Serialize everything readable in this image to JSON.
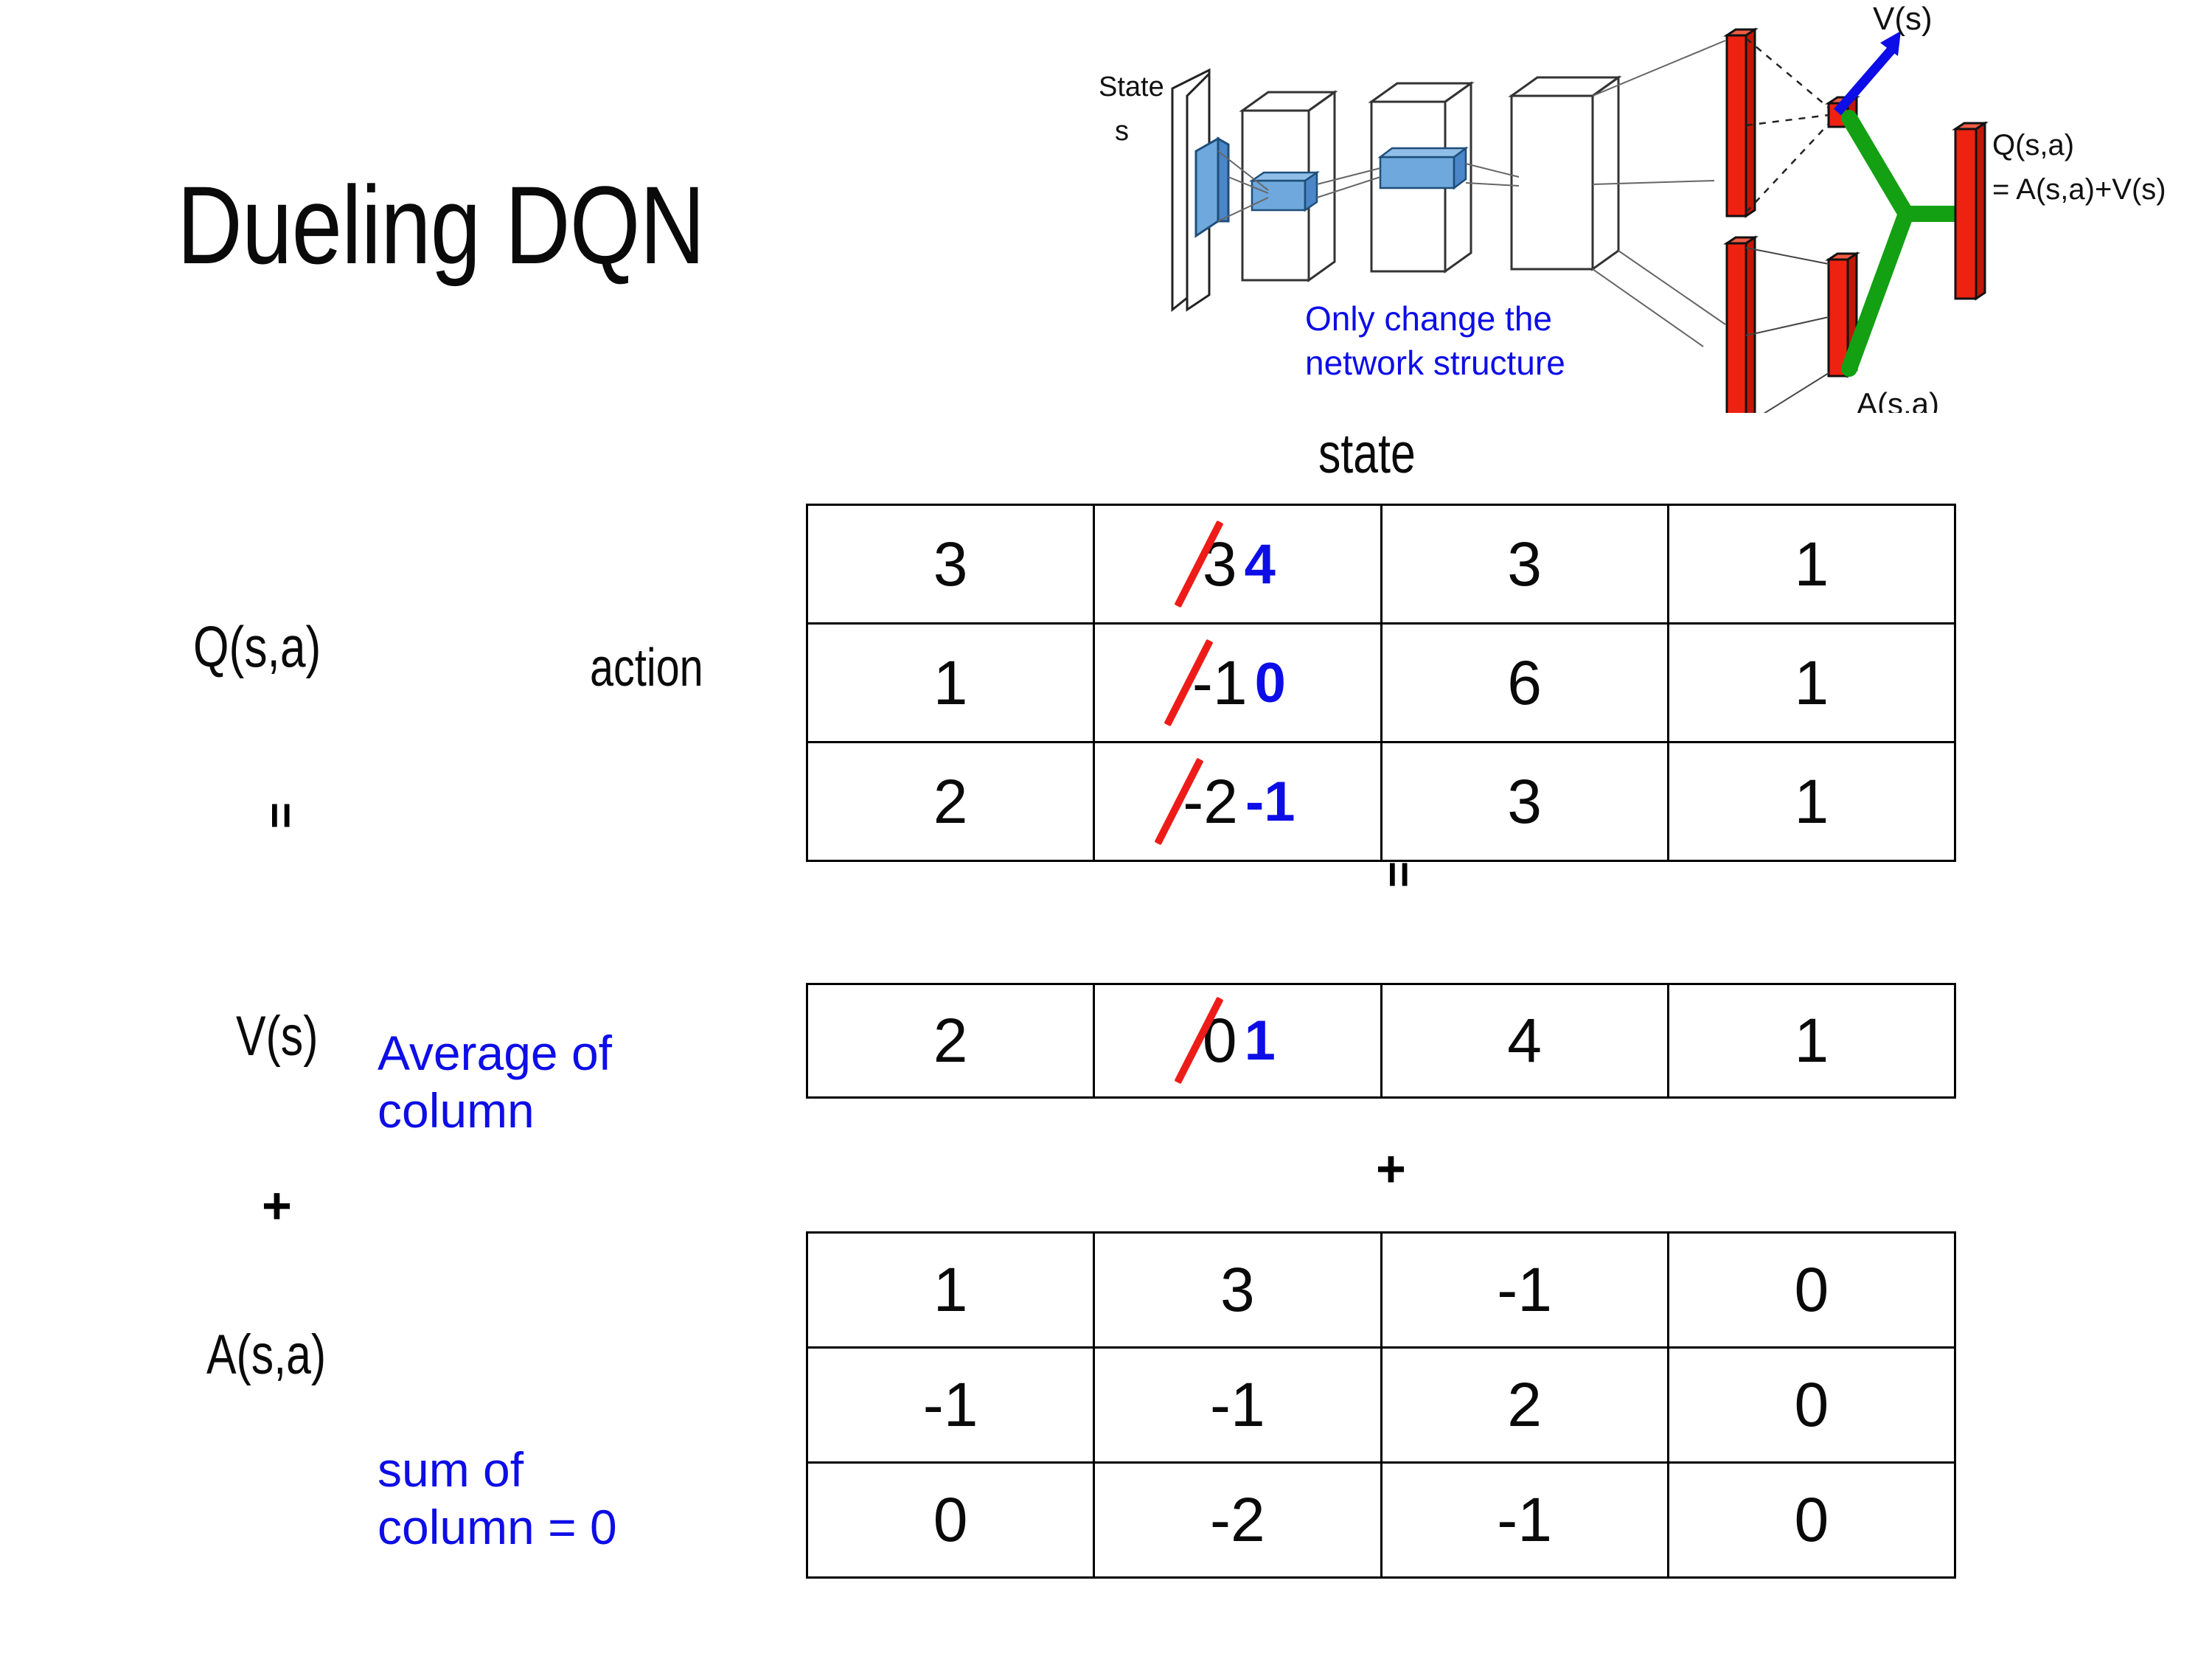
{
  "slide": {
    "title": "Dueling DQN"
  },
  "diagram": {
    "state_label": "State",
    "state_sub": "s",
    "note": "Only change the\nnetwork structure",
    "v_label": "V(s)",
    "a_label": "A(s,a)",
    "q_label_line1": "Q(s,a)",
    "q_label_line2": "= A(s,a)+V(s)",
    "colors": {
      "blue_text": "#0d0dE8",
      "red_bar": "#EE2211",
      "green_link": "#13A013",
      "blue_block": "#5B9BD5"
    }
  },
  "labels": {
    "q_table": "Q(s,a)",
    "action": "action",
    "state": "state",
    "v_table": "V(s)",
    "a_table": "A(s,a)",
    "eq_left": "=",
    "plus_left": "+",
    "eq_mid": "=",
    "plus_mid": "+"
  },
  "annotations": {
    "average_of_column": "Average of\ncolumn",
    "sum_of_column": "sum of\ncolumn = 0"
  },
  "chart_data": {
    "type": "table",
    "title": "Dueling DQN",
    "xlabel": "state",
    "ylabel": "action",
    "tables": [
      {
        "name": "Q(s,a)",
        "rows": 3,
        "cols": 4,
        "values": [
          [
            "3",
            "3",
            "3",
            "1"
          ],
          [
            "1",
            "-1",
            "6",
            "1"
          ],
          [
            "2",
            "-2",
            "3",
            "1"
          ]
        ],
        "edits": [
          {
            "row": 0,
            "col": 1,
            "old": "3",
            "new": "4"
          },
          {
            "row": 1,
            "col": 1,
            "old": "-1",
            "new": "0"
          },
          {
            "row": 2,
            "col": 1,
            "old": "-2",
            "new": "-1"
          }
        ]
      },
      {
        "name": "V(s)",
        "rows": 1,
        "cols": 4,
        "values": [
          [
            "2",
            "0",
            "4",
            "1"
          ]
        ],
        "edits": [
          {
            "row": 0,
            "col": 1,
            "old": "0",
            "new": "1"
          }
        ]
      },
      {
        "name": "A(s,a)",
        "rows": 3,
        "cols": 4,
        "values": [
          [
            "1",
            "3",
            "-1",
            "0"
          ],
          [
            "-1",
            "-1",
            "2",
            "0"
          ],
          [
            "0",
            "-2",
            "-1",
            "0"
          ]
        ],
        "edits": []
      }
    ],
    "relation": "Q(s,a) = V(s) + A(s,a)",
    "colors": {
      "new_value": "#0d0dE8",
      "strike": "#EE1C18"
    }
  }
}
